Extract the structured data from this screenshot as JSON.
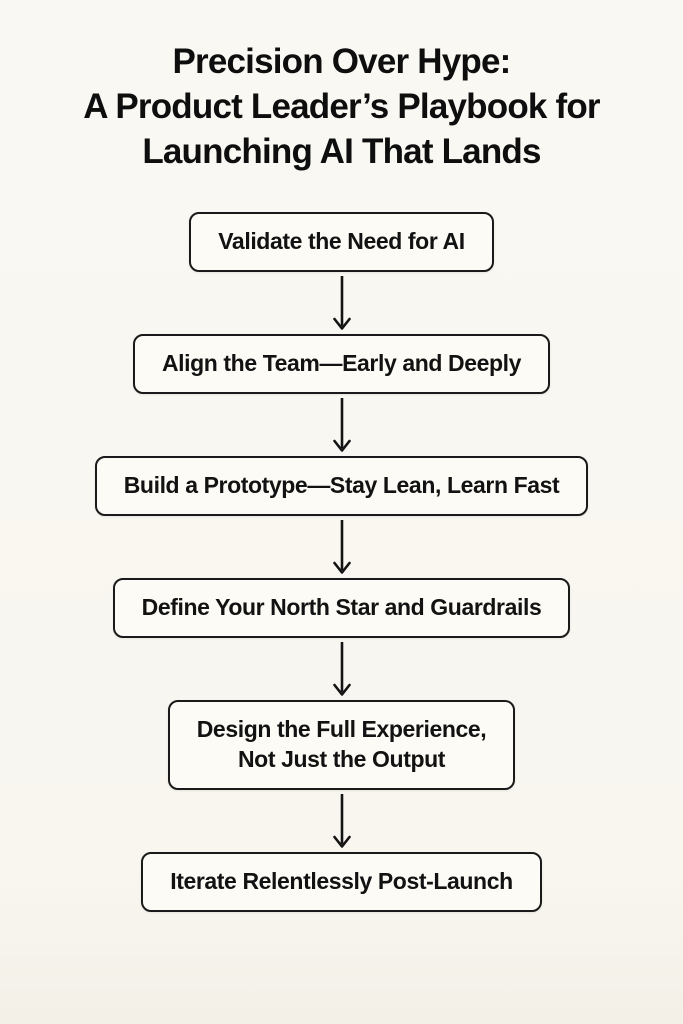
{
  "title": {
    "line1": "Precision Over Hype:",
    "line2": "A Product Leader’s Playbook for",
    "line3": "Launching AI That Lands"
  },
  "flowchart": {
    "steps": [
      {
        "label": "Validate the Need for AI"
      },
      {
        "label": "Align the Team—Early and Deeply"
      },
      {
        "label": "Build a Prototype—Stay Lean, Learn Fast"
      },
      {
        "label": "Define Your North Star and Guardrails"
      },
      {
        "label": "Design the Full Experience,\nNot Just the Output"
      },
      {
        "label": "Iterate Relentlessly Post-Launch"
      }
    ]
  },
  "colors": {
    "background": "#f9f7f1",
    "box_background": "#fcfbf6",
    "box_border": "#1a1a1a",
    "text": "#121212"
  }
}
